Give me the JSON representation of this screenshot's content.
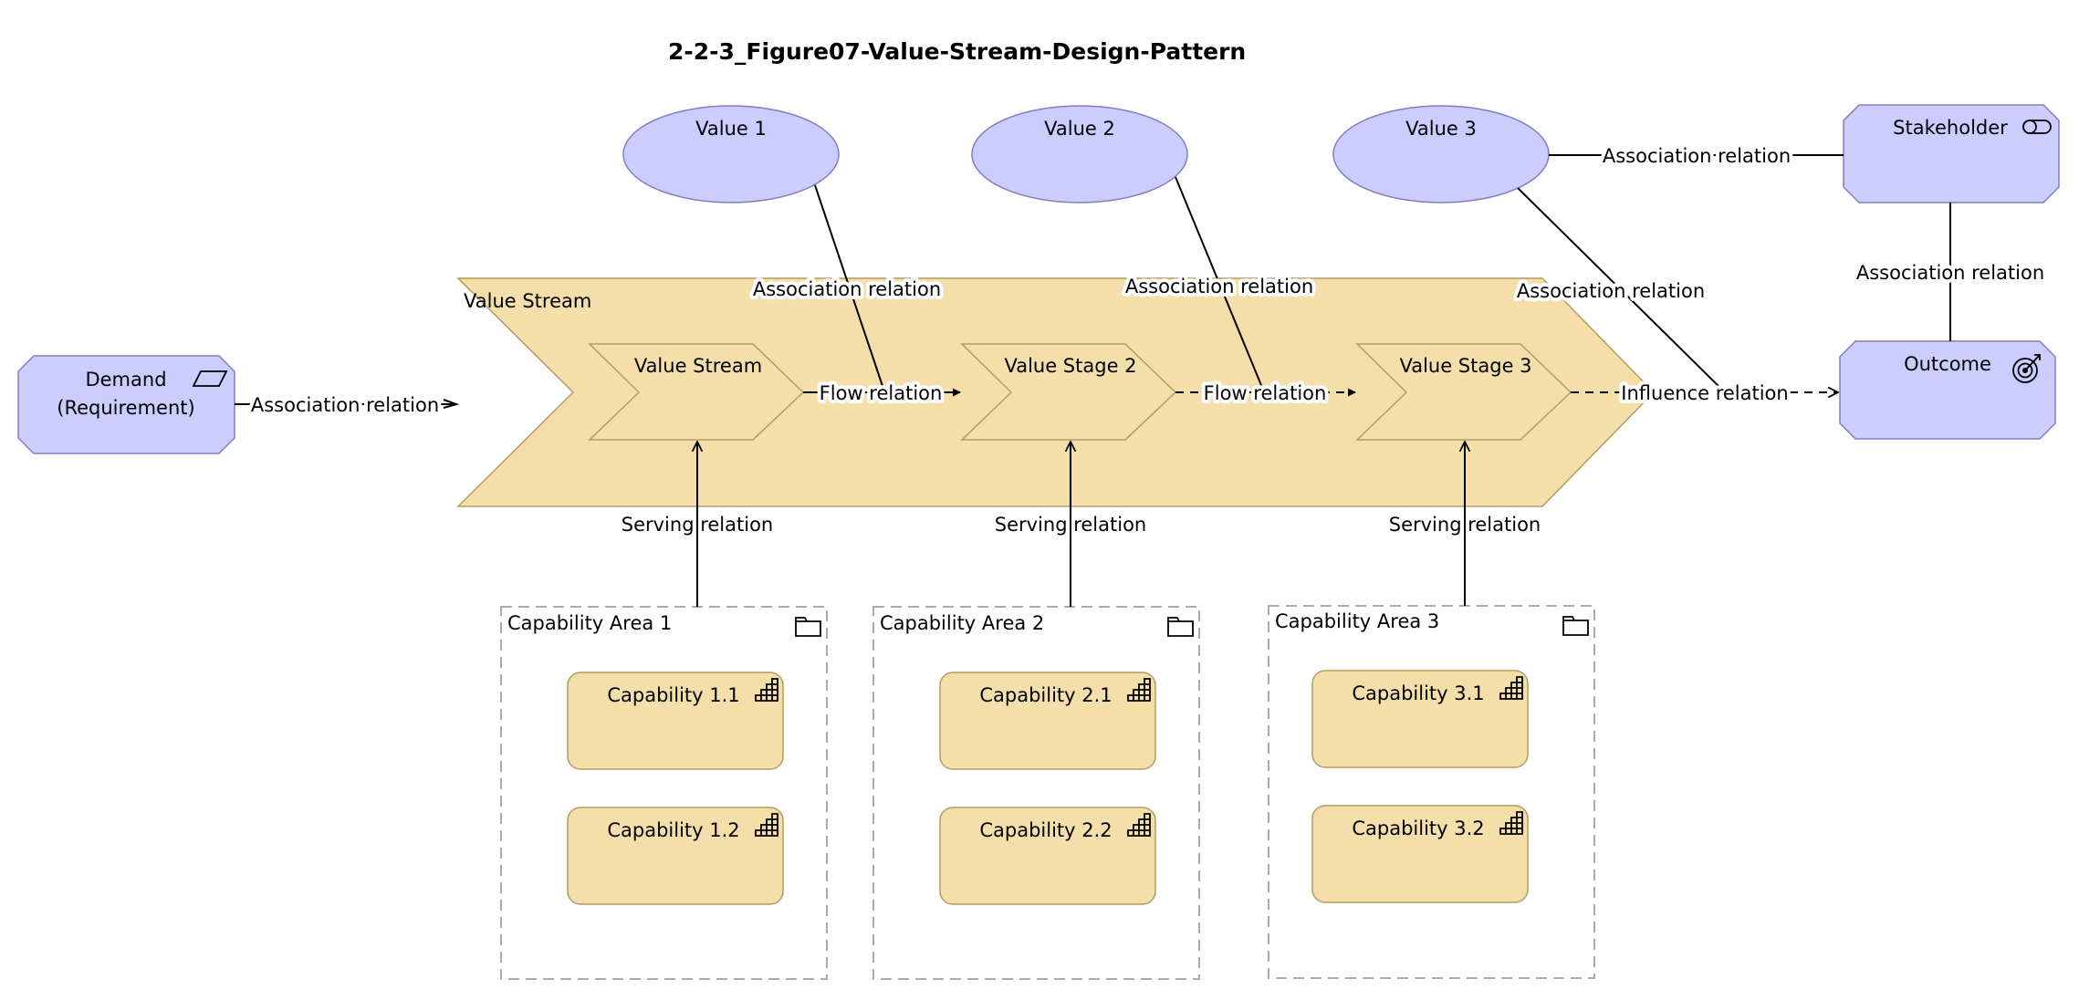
{
  "title": "2-2-3_Figure07-Value-Stream-Design-Pattern",
  "elements": {
    "demand": [
      "Demand",
      "(Requirement)"
    ],
    "value_stream_container": "Value Stream",
    "stage1": "Value Stream",
    "stage2": "Value Stage 2",
    "stage3": "Value Stage 3",
    "value1": "Value 1",
    "value2": "Value 2",
    "value3": "Value 3",
    "stakeholder": "Stakeholder",
    "outcome": "Outcome",
    "cap_area1": "Capability Area 1",
    "cap_area2": "Capability Area 2",
    "cap_area3": "Capability Area 3",
    "cap11": "Capability 1.1",
    "cap12": "Capability 1.2",
    "cap21": "Capability 2.1",
    "cap22": "Capability 2.2",
    "cap31": "Capability 3.1",
    "cap32": "Capability 3.2"
  },
  "relations": {
    "assoc_demand": "Association relation",
    "flow1": "Flow relation",
    "flow2": "Flow relation",
    "influence": "Influence relation",
    "assoc_v1": "Association relation",
    "assoc_v2": "Association relation",
    "assoc_v3": "Association relation",
    "assoc_stakeholder_v3": "Association relation",
    "assoc_stakeholder_outcome": "Association relation",
    "serving1": "Serving relation",
    "serving2": "Serving relation",
    "serving3": "Serving relation"
  },
  "icons": {
    "demand": "requirement-icon",
    "stakeholder": "stakeholder-icon",
    "outcome": "outcome-target-icon",
    "grouping": "folder-icon",
    "capability": "capability-stairs-icon"
  },
  "colors": {
    "motivation_fill": "#ccccff",
    "strategy_fill": "#f4dfab",
    "grouping_border": "#aaaaaa"
  }
}
